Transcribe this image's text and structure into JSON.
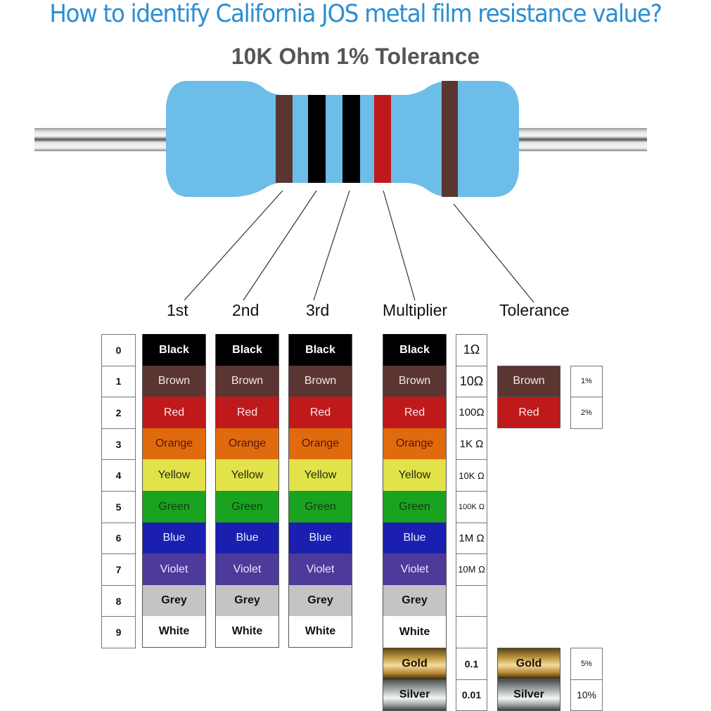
{
  "header": {
    "title": "How to identify California JOS metal film resistance value?",
    "subtitle": "10K Ohm 1% Tolerance"
  },
  "colors": {
    "title_blue": "#2a8ed4",
    "resistor_body": "#6cbde8",
    "black": "#000000",
    "brown": "#5b3532",
    "red": "#c0191b",
    "orange": "#e06b0e",
    "yellow": "#e2e24a",
    "green": "#1aa320",
    "blue": "#1a1fb0",
    "violet": "#4e3a9a",
    "grey": "#c4c4c4",
    "white": "#ffffff"
  },
  "resistor": {
    "bands": [
      {
        "position": "1st",
        "color": "Brown",
        "hex": "#5b3532"
      },
      {
        "position": "2nd",
        "color": "Black",
        "hex": "#000000"
      },
      {
        "position": "3rd",
        "color": "Black",
        "hex": "#000000"
      },
      {
        "position": "Multiplier",
        "color": "Red",
        "hex": "#c0191b"
      },
      {
        "position": "Tolerance",
        "color": "Brown",
        "hex": "#5b3532"
      }
    ]
  },
  "column_labels": {
    "first": "1st",
    "second": "2nd",
    "third": "3rd",
    "multiplier": "Multiplier",
    "tolerance": "Tolerance"
  },
  "digits": [
    "0",
    "1",
    "2",
    "3",
    "4",
    "5",
    "6",
    "7",
    "8",
    "9"
  ],
  "digit_colors": [
    {
      "name": "Black",
      "bg": "#000000",
      "fg": "#ffffff",
      "bold": true
    },
    {
      "name": "Brown",
      "bg": "#5b3532",
      "fg": "#f2e8e6",
      "bold": false
    },
    {
      "name": "Red",
      "bg": "#c0191b",
      "fg": "#fbe9e9",
      "bold": false
    },
    {
      "name": "Orange",
      "bg": "#e06b0e",
      "fg": "#5a1505",
      "bold": false
    },
    {
      "name": "Yellow",
      "bg": "#e2e24a",
      "fg": "#1f2a10",
      "bold": false
    },
    {
      "name": "Green",
      "bg": "#1aa320",
      "fg": "#0d3d10",
      "bold": false
    },
    {
      "name": "Blue",
      "bg": "#1a1fb0",
      "fg": "#e8ecff",
      "bold": false
    },
    {
      "name": "Violet",
      "bg": "#4e3a9a",
      "fg": "#ece8ff",
      "bold": false
    },
    {
      "name": "Grey",
      "bg": "#c4c4c4",
      "fg": "#111111",
      "bold": true
    },
    {
      "name": "White",
      "bg": "#ffffff",
      "fg": "#111111",
      "bold": true
    }
  ],
  "multiplier": {
    "colors": [
      "Black",
      "Brown",
      "Red",
      "Orange",
      "Yellow",
      "Green",
      "Blue",
      "Violet",
      "Grey",
      "White",
      "Gold",
      "Silver"
    ],
    "values": [
      "1Ω",
      "10Ω",
      "100Ω",
      "1K Ω",
      "10K Ω",
      "100K Ω",
      "1M Ω",
      "10M Ω",
      "",
      "",
      "0.1",
      "0.01"
    ]
  },
  "tolerance": {
    "colors": [
      "Brown",
      "Red",
      "Gold",
      "Silver"
    ],
    "values": [
      "1%",
      "2%",
      "5%",
      "10%"
    ]
  }
}
